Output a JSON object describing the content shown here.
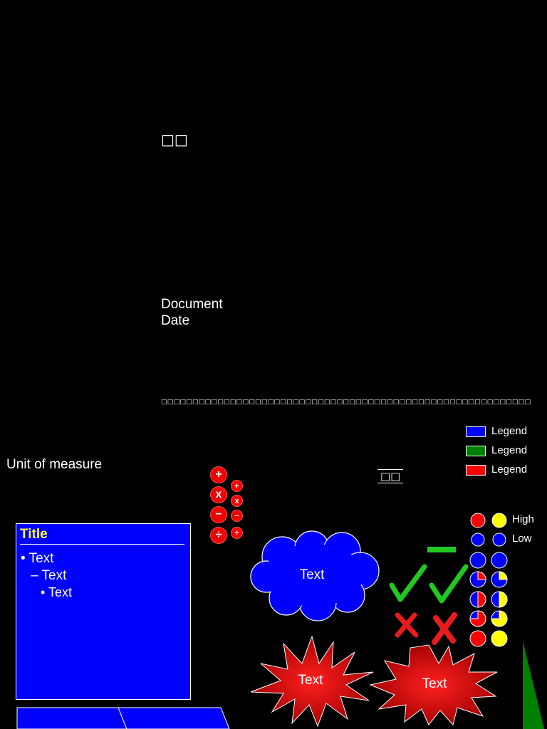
{
  "slide": {
    "title_glyph": "□□",
    "document_label": "Document",
    "date_label": "Date",
    "footnote_glyphs": "□□□□□□□□□□□□□□□□□□□□□□□□□□□□□□□□□□□□□□□□□□□□□□□□□□□□□□□□□□□"
  },
  "unit_label": "Unit of measure",
  "underlined_glyph": "□□",
  "legend": {
    "items": [
      {
        "label": "Legend",
        "color": "#0000ff"
      },
      {
        "label": "Legend",
        "color": "#008000"
      },
      {
        "label": "Legend",
        "color": "#ff0000"
      }
    ]
  },
  "operators": {
    "large": [
      "+",
      "x",
      "−",
      "÷"
    ],
    "small": [
      "+",
      "x",
      "−",
      "÷"
    ]
  },
  "textbox": {
    "title": "Title",
    "line1": "• Text",
    "line2": "– Text",
    "line3": "• Text"
  },
  "shapes": {
    "cloud_text": "Text",
    "starburst_left_text": "Text",
    "starburst_right_text": "Text"
  },
  "ratings": {
    "high_label": "High",
    "low_label": "Low"
  },
  "colors": {
    "background": "#000000",
    "blue": "#0000ff",
    "red": "#ff0000",
    "green": "#22c822",
    "yellow": "#ffff00",
    "title_yellow": "#ffff33"
  }
}
